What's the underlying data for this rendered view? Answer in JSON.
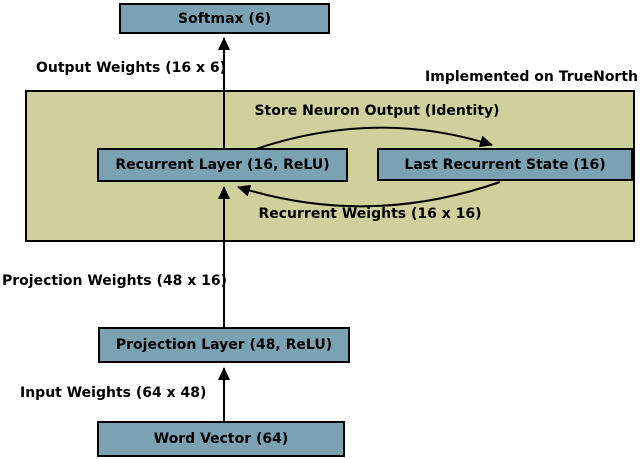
{
  "diagram": {
    "region_label": "Implemented on TrueNorth",
    "nodes": {
      "softmax": "Softmax (6)",
      "recurrent_layer": "Recurrent Layer (16, ReLU)",
      "last_recurrent_state": "Last Recurrent State (16)",
      "projection_layer": "Projection Layer (48, ReLU)",
      "word_vector": "Word Vector (64)"
    },
    "edges": {
      "output_weights": "Output Weights (16 x 6)",
      "store_neuron_output": "Store Neuron Output (Identity)",
      "recurrent_weights": "Recurrent Weights (16 x 16)",
      "projection_weights": "Projection Weights (48 x 16)",
      "input_weights": "Input Weights (64 x 48)"
    },
    "colors": {
      "node_fill": "#7ba2b3",
      "truenorth_region_fill": "#cfd09c",
      "border": "#000000",
      "background": "#ffffff",
      "text": "#000000"
    }
  }
}
